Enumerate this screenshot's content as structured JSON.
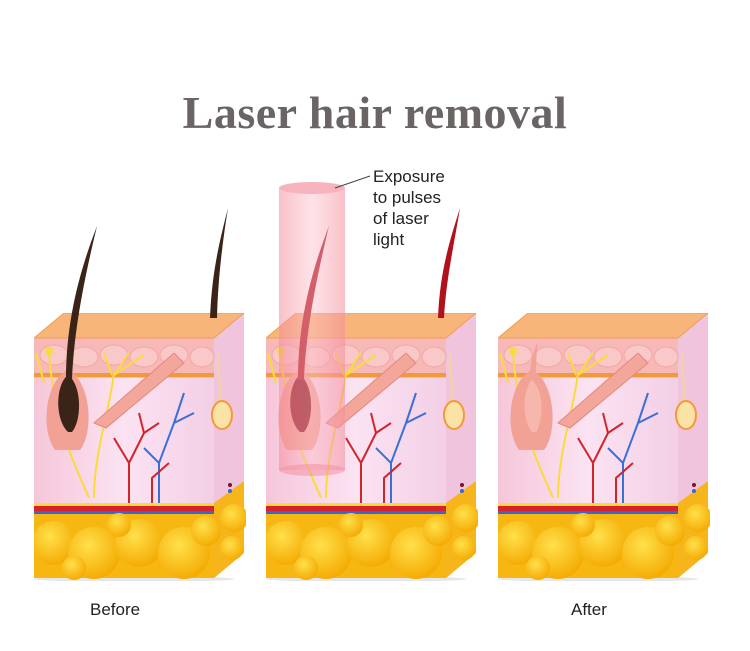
{
  "title": "Laser hair removal",
  "labels": {
    "before": "Before",
    "after": "After",
    "exposure": [
      "Exposure",
      "to pulses",
      "of laser",
      "light"
    ]
  },
  "colors": {
    "title": "#6a6465",
    "epidermis": "#f6b37c",
    "dermis": "#f8d6ea",
    "fat": "#fbbf16",
    "hair_before": "#3a2417",
    "hair_laser": "#b0121d",
    "laser_beam": "#f59aa8"
  }
}
